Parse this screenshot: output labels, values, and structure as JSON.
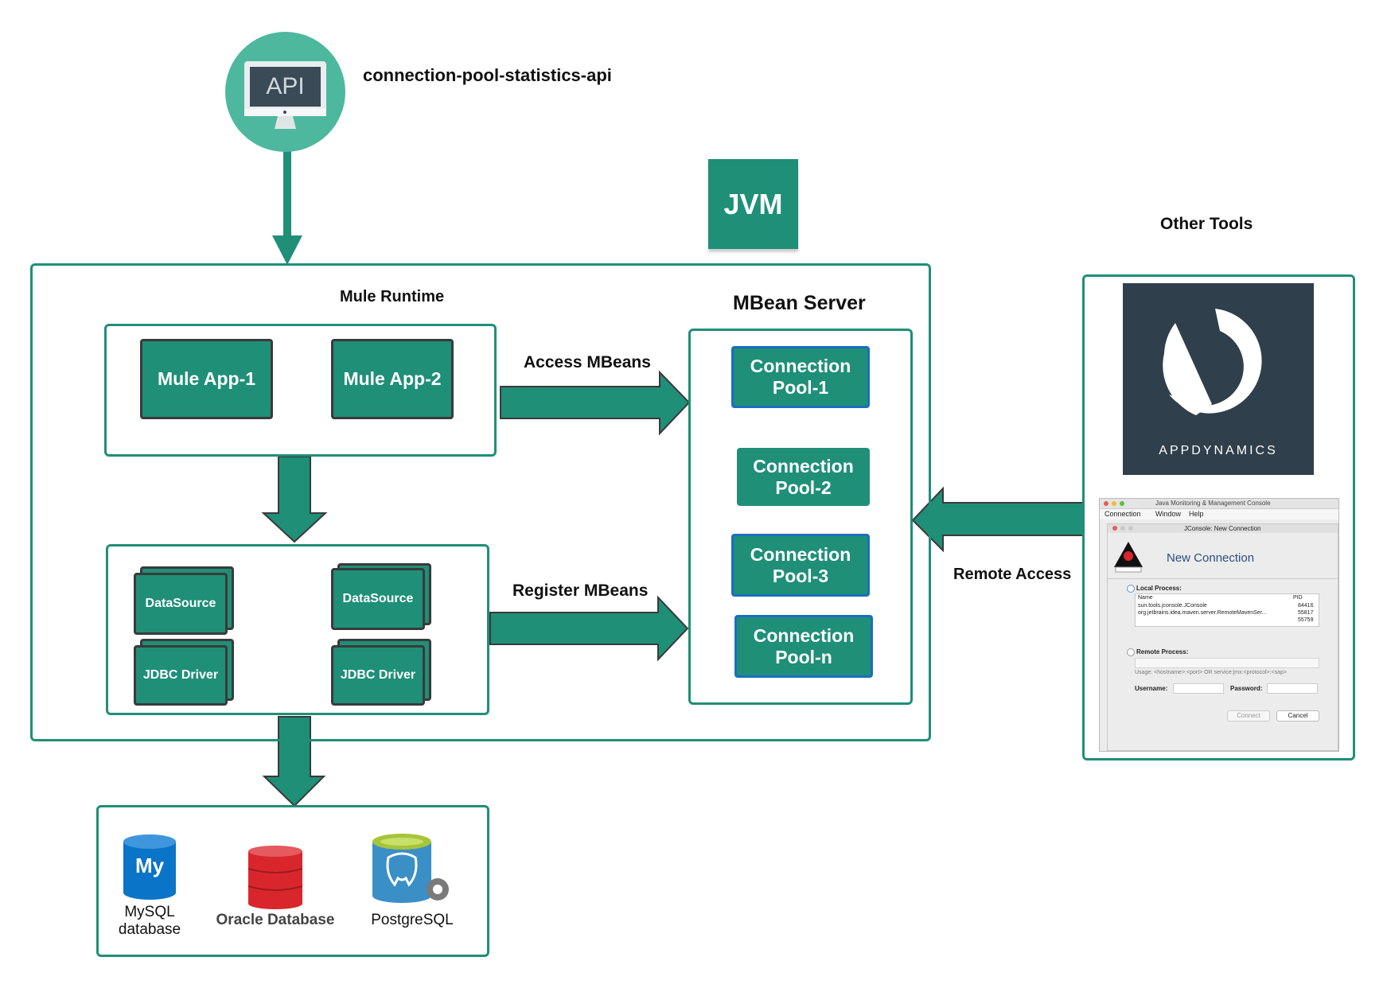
{
  "api": {
    "icon_text": "API",
    "title": "connection-pool-statistics-api"
  },
  "jvm": {
    "label": "JVM"
  },
  "mule_runtime": {
    "title": "Mule Runtime",
    "apps": [
      "Mule App-1",
      "Mule App-2"
    ],
    "stacks": [
      {
        "datasource": "DataSource",
        "driver": "JDBC Driver"
      },
      {
        "datasource": "DataSource",
        "driver": "JDBC Driver"
      }
    ]
  },
  "mbean_server": {
    "title": "MBean Server",
    "pools": [
      "Connection Pool-1",
      "Connection Pool-2",
      "Connection Pool-3",
      "Connection Pool-n"
    ]
  },
  "edges": {
    "access": "Access MBeans",
    "register": "Register MBeans",
    "remote": "Remote Access"
  },
  "other_tools": {
    "title": "Other Tools",
    "appdynamics": "APPDYNAMICS",
    "jconsole": {
      "window_title": "Java Monitoring & Management Console",
      "menu": [
        "Connection",
        "Window",
        "Help"
      ],
      "dialog_title": "JConsole: New Connection",
      "heading": "New Connection",
      "local_process": "Local Process:",
      "col_name": "Name",
      "col_pid": "PID",
      "processes": [
        {
          "name": "sun.tools.jconsole.JConsole",
          "pid": "84416"
        },
        {
          "name": "org.jetbrains.idea.maven.server.RemoteMavenSer...",
          "pid": "55817"
        },
        {
          "name": "",
          "pid": "55759"
        }
      ],
      "remote_process": "Remote Process:",
      "usage": "Usage: <hostname>:<port> OR service:jmx:<protocol>:<sap>",
      "username": "Username:",
      "password": "Password:",
      "connect": "Connect",
      "cancel": "Cancel"
    }
  },
  "databases": [
    {
      "name": "MySQL\ndatabase",
      "icon_text": "My"
    },
    {
      "name": "Oracle Database"
    },
    {
      "name": "PostgreSQL"
    }
  ],
  "colors": {
    "teal": "#1f8f78",
    "api_circle": "#4db89e",
    "appdynamics_bg": "#2f3f4b",
    "mysql": "#0a74c9",
    "oracle": "#d9262c",
    "postgres": "#3b8fc7"
  }
}
